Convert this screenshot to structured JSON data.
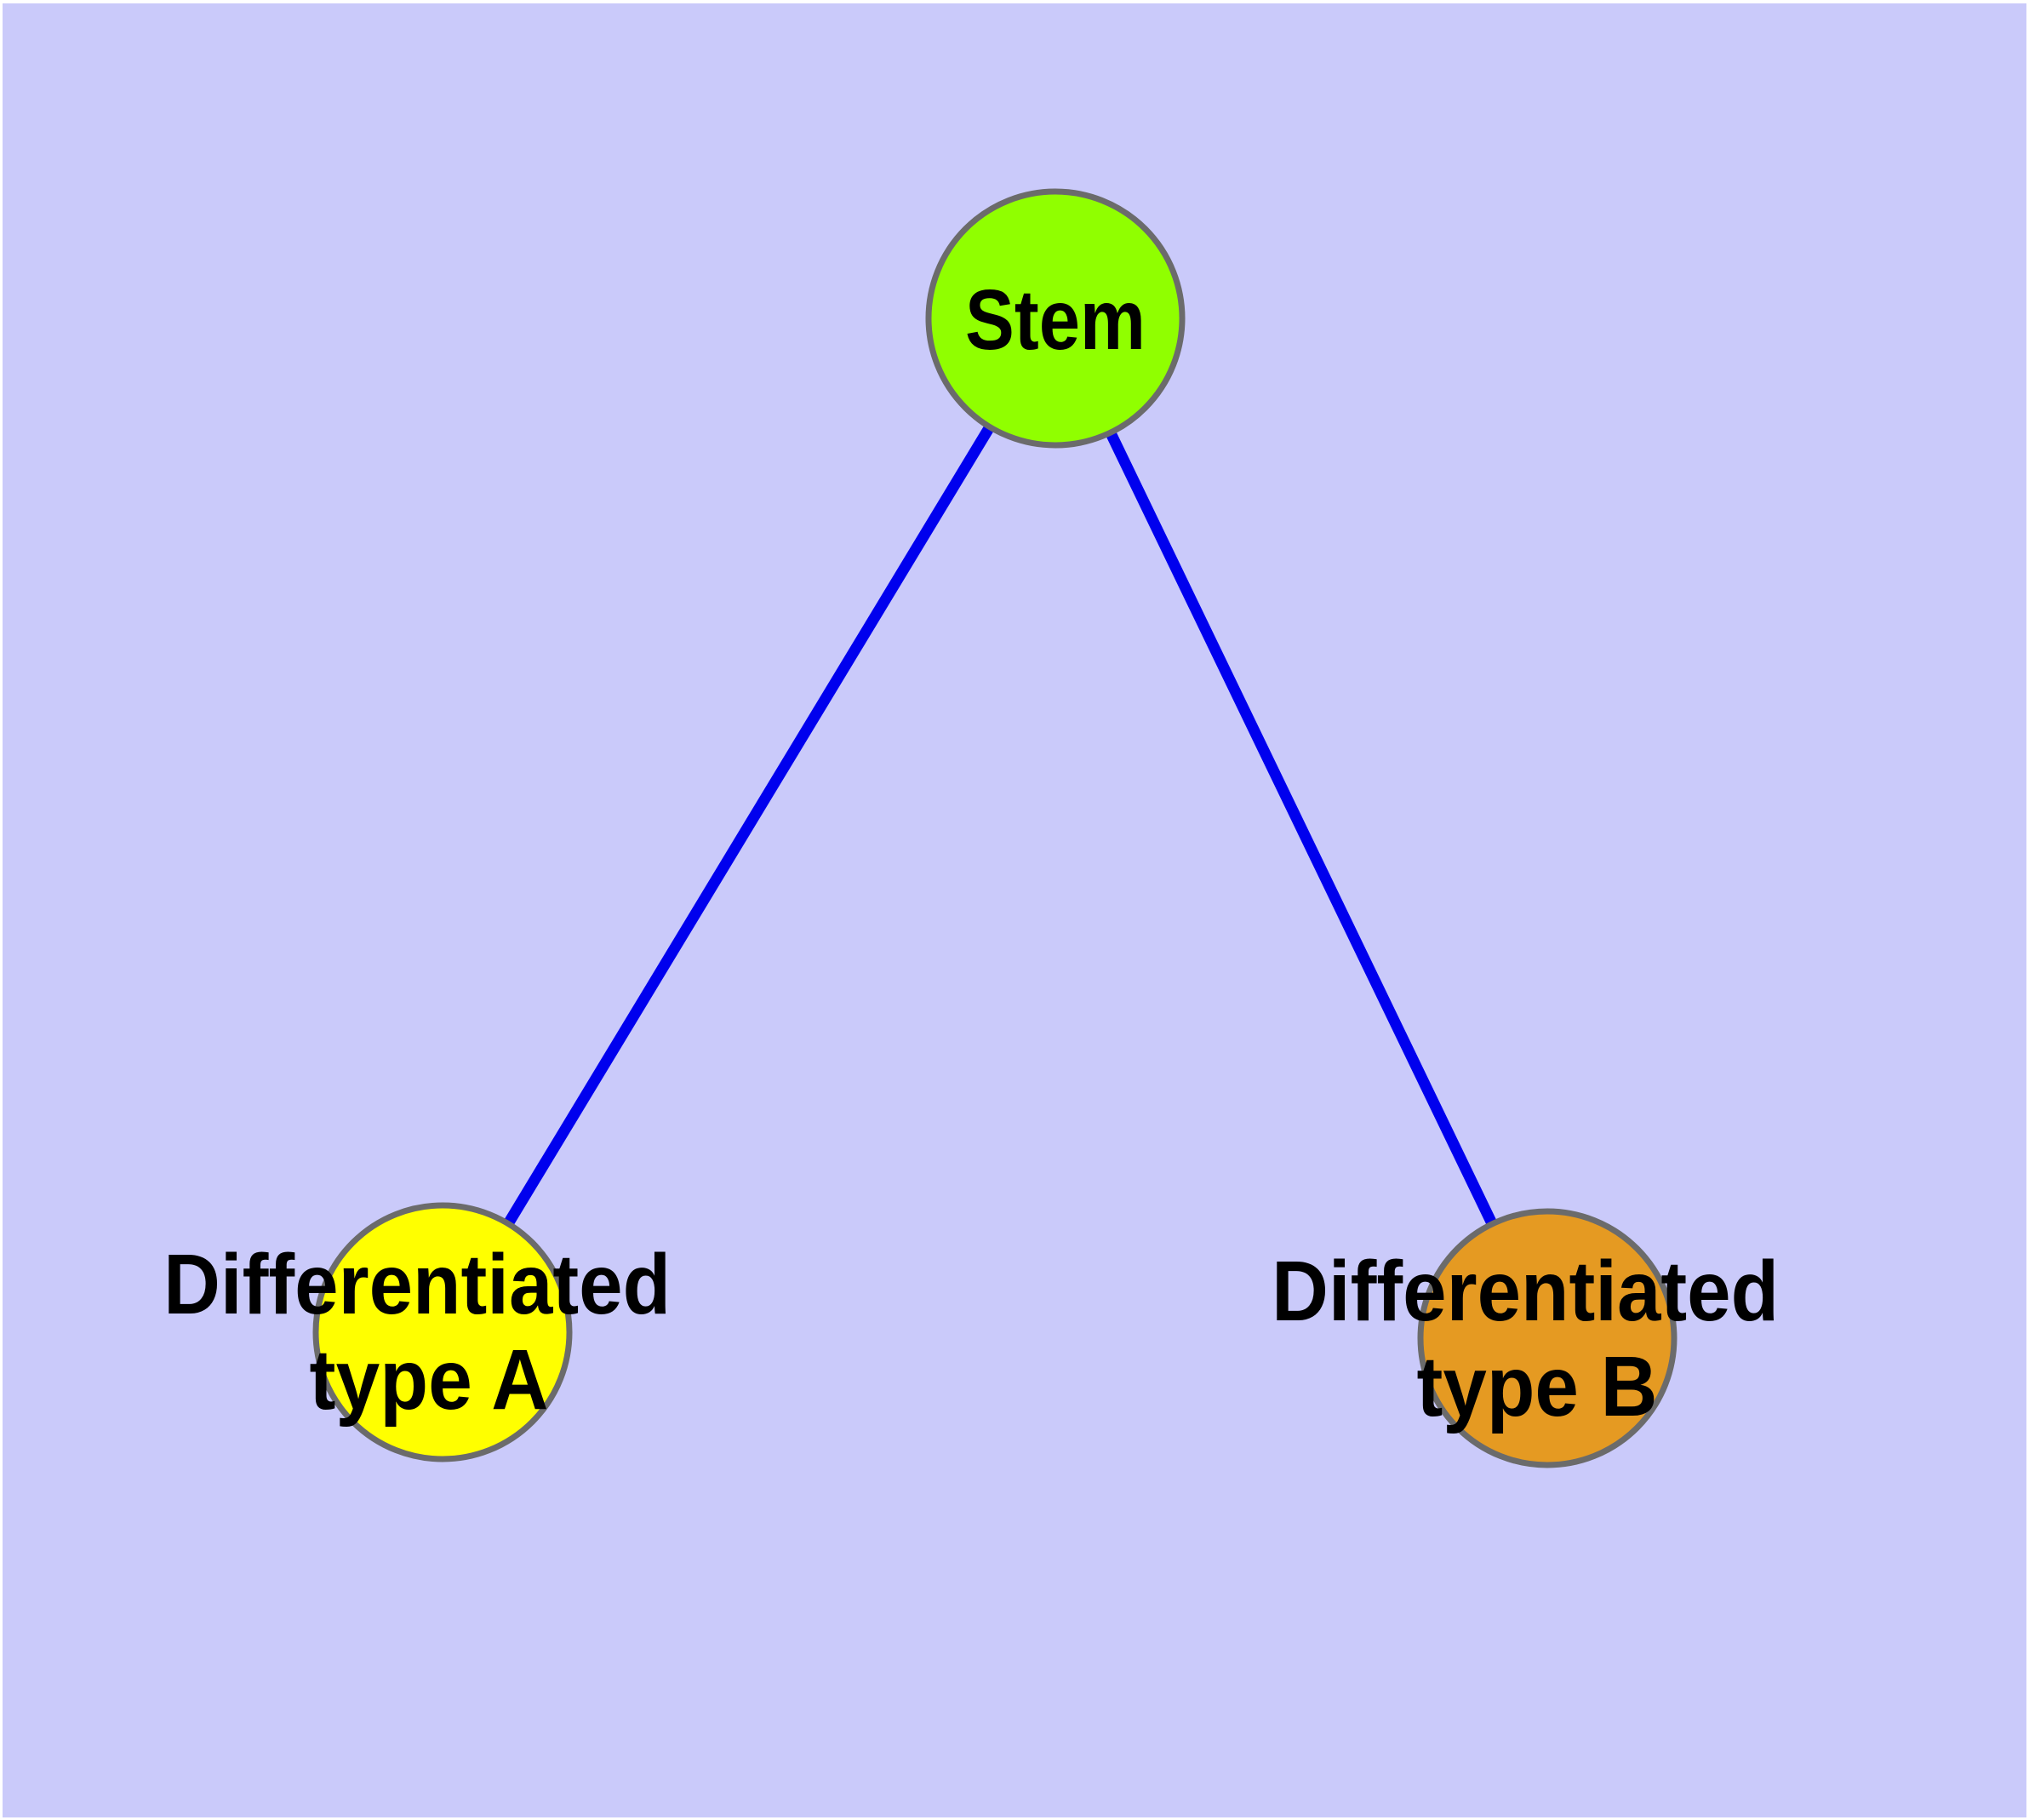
{
  "figure": {
    "background_color": "#CACAFA",
    "frame_color": "#FFFFFF",
    "text_color": "#000000"
  },
  "nodes": [
    {
      "id": "stem",
      "label": "Stem",
      "fill_color": "#90FF00",
      "border_color": "#6B6B6B"
    },
    {
      "id": "differentiated-type-a",
      "label_line1": "Differentiated",
      "label_line2": "type A",
      "fill_color": "#FFFF00",
      "border_color": "#6B6B6B"
    },
    {
      "id": "differentiated-type-b",
      "label_line1": "Differentiated",
      "label_line2": "type B",
      "fill_color": "#E59A22",
      "border_color": "#6B6B6B"
    }
  ],
  "edges": [
    {
      "from": "stem",
      "to": "differentiated-type-a",
      "color": "#0000EE"
    },
    {
      "from": "stem",
      "to": "differentiated-type-b",
      "color": "#0000EE"
    }
  ]
}
